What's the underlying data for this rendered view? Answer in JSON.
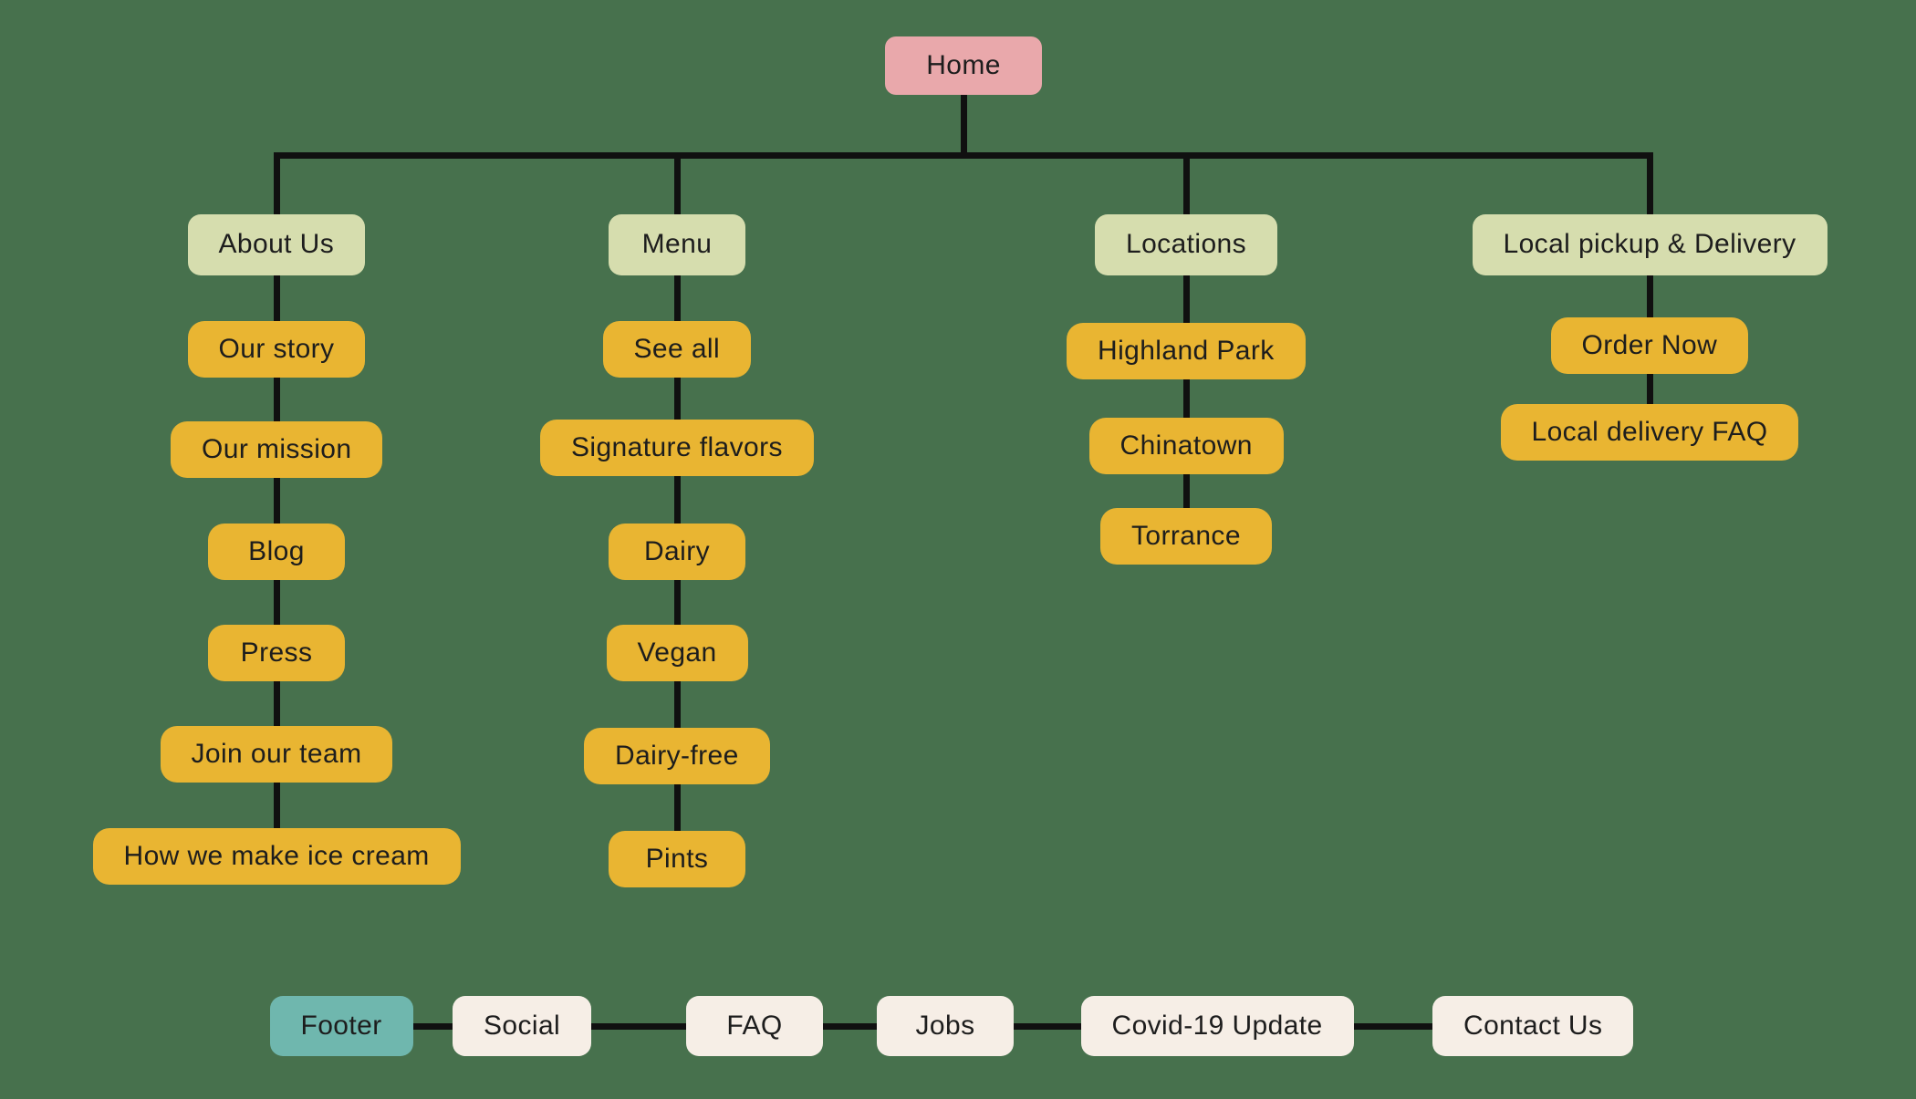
{
  "colors": {
    "background": "#47714d",
    "connector": "#101010",
    "text": "#1d1d1d",
    "halo": "#c8e0c6",
    "root_fill": "#e9a8ab",
    "branch_fill": "#d6ddae",
    "child_fill": "#e9b532",
    "footer_highlight_fill": "#6fb7ae",
    "footer_fill": "#f6eee6"
  },
  "sitemap": {
    "root": {
      "label": "Home"
    },
    "branches": [
      {
        "label": "About Us",
        "children": [
          {
            "label": "Our story"
          },
          {
            "label": "Our mission"
          },
          {
            "label": "Blog"
          },
          {
            "label": "Press"
          },
          {
            "label": "Join our team"
          },
          {
            "label": "How we make ice cream"
          }
        ]
      },
      {
        "label": "Menu",
        "children": [
          {
            "label": "See all"
          },
          {
            "label": "Signature flavors"
          },
          {
            "label": "Dairy"
          },
          {
            "label": "Vegan"
          },
          {
            "label": "Dairy-free"
          },
          {
            "label": "Pints"
          }
        ]
      },
      {
        "label": "Locations",
        "children": [
          {
            "label": "Highland Park"
          },
          {
            "label": "Chinatown"
          },
          {
            "label": "Torrance"
          }
        ]
      },
      {
        "label": "Local pickup & Delivery",
        "children": [
          {
            "label": "Order Now"
          },
          {
            "label": "Local delivery FAQ"
          }
        ]
      }
    ],
    "footer_row": [
      {
        "label": "Footer",
        "highlighted": true
      },
      {
        "label": "Social"
      },
      {
        "label": "FAQ"
      },
      {
        "label": "Jobs"
      },
      {
        "label": "Covid-19 Update"
      },
      {
        "label": "Contact Us"
      }
    ]
  }
}
